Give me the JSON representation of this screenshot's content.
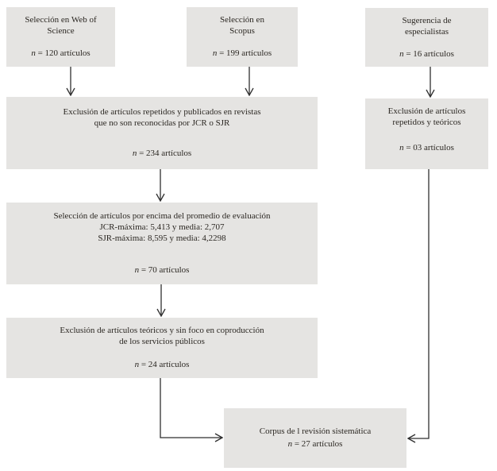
{
  "diagram": {
    "boxes": {
      "wos": {
        "title": "Selección en Web of\nScience",
        "count": "n = 120 artículos"
      },
      "scopus": {
        "title": "Selección en\nScopus",
        "count": "n = 199 artículos"
      },
      "sugerencia": {
        "title": "Sugerencia de\nespecialistas",
        "count": "n = 16 artículos"
      },
      "exclusion_jcr": {
        "title": "Exclusión de artículos repetidos y publicados en revistas\nque no son reconocidas por JCR o SJR",
        "count": "n = 234 artículos"
      },
      "exclusion_repetidos": {
        "title": "Exclusión de artículos\nrepetidos y teóricos",
        "count": "n = 03 artículos"
      },
      "seleccion_promedio": {
        "title": "Selección de artículos por encima del promedio de evaluación\nJCR-máxima: 5,413 y media: 2,707\nSJR-máxima: 8,595 y media: 4,2298",
        "count": "n = 70 artículos"
      },
      "exclusion_teoricos": {
        "title": "Exclusión de artículos teóricos y sin foco en coproducción\nde los servicios públicos",
        "count": "n = 24 artículos"
      },
      "corpus": {
        "title": "Corpus de l revisión sistemática",
        "count": "n = 27 artículos"
      }
    },
    "colors": {
      "box_fill": "#e5e4e2",
      "text": "#2b2722",
      "line": "#2f2f2f",
      "background": "#ffffff"
    }
  }
}
